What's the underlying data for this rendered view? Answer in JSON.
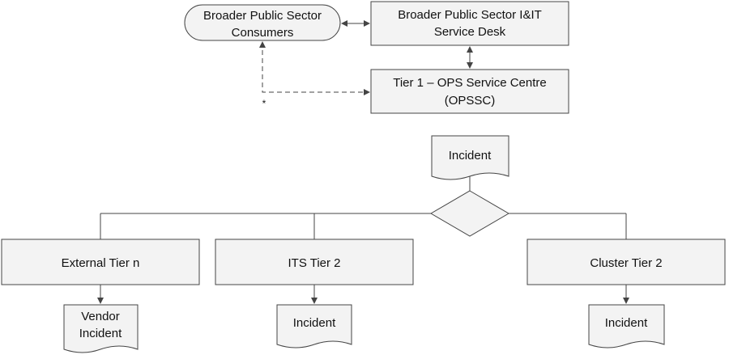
{
  "nodes": {
    "consumers": {
      "line1": "Broader Public Sector",
      "line2": "Consumers"
    },
    "service_desk": {
      "line1": "Broader Public Sector I&IT",
      "line2": "Service Desk"
    },
    "opssc": {
      "line1": "Tier 1 – OPS Service Centre",
      "line2": "(OPSSC)"
    },
    "incident_top": {
      "label": "Incident"
    },
    "external_tier": {
      "label": "External Tier n"
    },
    "its_tier": {
      "label": "ITS Tier 2"
    },
    "cluster_tier": {
      "label": "Cluster Tier 2"
    },
    "vendor_incident": {
      "line1": "Vendor",
      "line2": "Incident"
    },
    "its_incident": {
      "label": "Incident"
    },
    "cluster_incident": {
      "label": "Incident"
    }
  },
  "annotations": {
    "asterisk": "*"
  }
}
